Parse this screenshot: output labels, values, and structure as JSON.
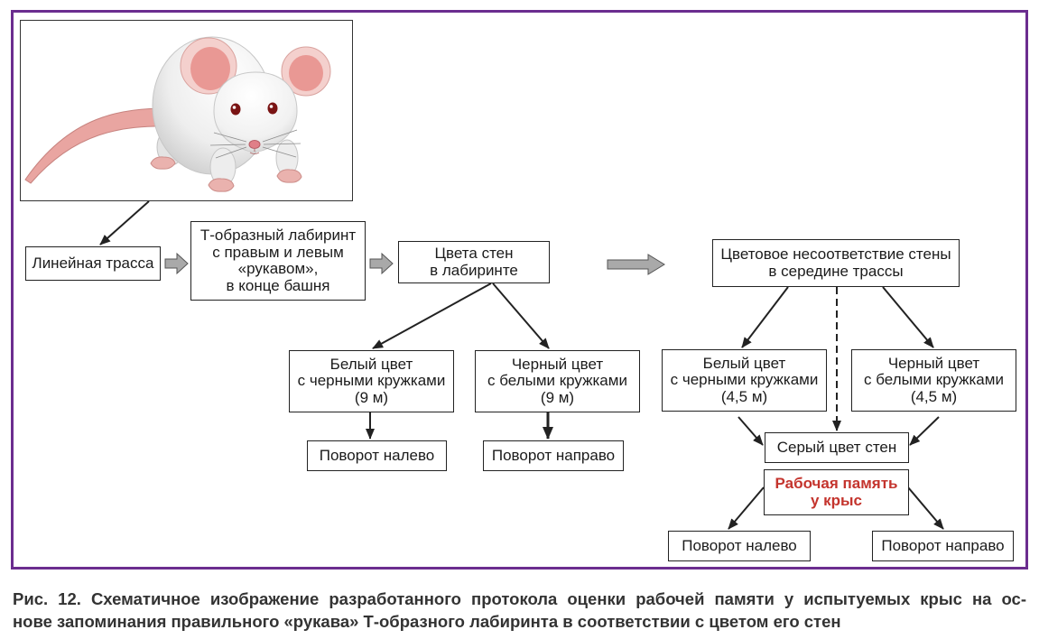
{
  "colors": {
    "frame": "#6b2d8f",
    "highlight": "#c4342d",
    "block_arrow": "#a9a9a9"
  },
  "icons": {
    "illustration": "rat-icon"
  },
  "nodes": {
    "linear_track": [
      "Линейная трасса"
    ],
    "t_maze": [
      "Т-образный лабиринт",
      "с правым и левым",
      "«рукавом»,",
      "в конце башня"
    ],
    "wall_colors": [
      "Цвета стен",
      "в лабиринте"
    ],
    "white_9m": [
      "Белый цвет",
      "с черными кружками",
      "(9 м)"
    ],
    "black_9m": [
      "Черный цвет",
      "с белыми кружками",
      "(9 м)"
    ],
    "turn_left_a": [
      "Поворот налево"
    ],
    "turn_right_a": [
      "Поворот направо"
    ],
    "color_mismatch": [
      "Цветовое несоответствие стены",
      "в середине трассы"
    ],
    "white_45m": [
      "Белый цвет",
      "с черными кружками",
      "(4,5 м)"
    ],
    "black_45m": [
      "Черный цвет",
      "с белыми кружками",
      "(4,5 м)"
    ],
    "gray_walls": [
      "Серый цвет стен"
    ],
    "working_memory": [
      "Рабочая память",
      "у крыс"
    ],
    "turn_left_b": [
      "Поворот налево"
    ],
    "turn_right_b": [
      "Поворот направо"
    ]
  },
  "caption": {
    "line1": "Рис. 12. Схематичное изображение разработанного протокола оценки рабочей памяти у испытуемых крыс на ос-",
    "line2": "нове запоминания правильного «рукава» Т-образного лабиринта в соответствии с цветом его стен"
  }
}
